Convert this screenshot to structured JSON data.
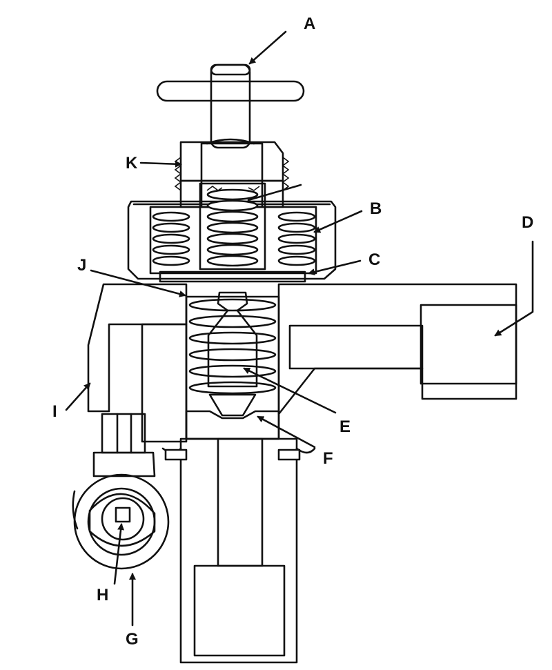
{
  "diagram": {
    "labels": {
      "a": "A",
      "b": "B",
      "c": "C",
      "d": "D",
      "e": "E",
      "f": "F",
      "g": "G",
      "h": "H",
      "i": "I",
      "j": "J",
      "k": "K"
    },
    "colors": {
      "ink": "#111111",
      "paper": "#ffffff"
    }
  }
}
